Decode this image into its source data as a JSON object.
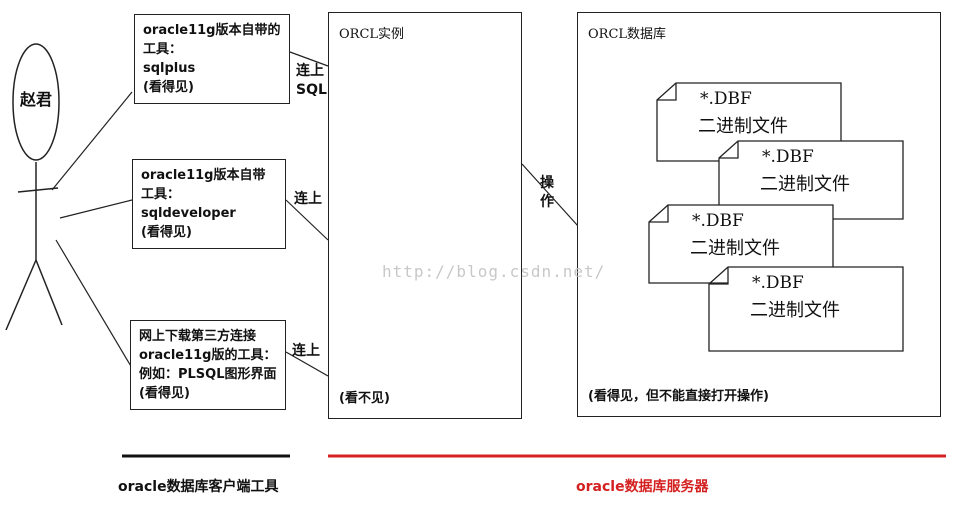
{
  "person": {
    "name": "赵君"
  },
  "tools": [
    {
      "text": "oracle11g版本自带的\n工具：\nsqlplus\n(看得见)",
      "connect": "连上\nSQL:>select"
    },
    {
      "text": "oracle11g版本自带\n工具：\nsqldeveloper\n(看得见)",
      "connect": "连上"
    },
    {
      "text": "网上下载第三方连接\noracle11g版的工具：\n例如：PLSQL图形界面\n(看得见)",
      "connect": "连上"
    }
  ],
  "instance": {
    "title": "ORCL实例",
    "note": "(看不见)"
  },
  "operate": "操\n作",
  "database": {
    "title": "ORCL数据库",
    "note": "(看得见，但不能直接打开操作)",
    "files": [
      {
        "ext": "*.DBF",
        "desc": "二进制文件"
      },
      {
        "ext": "*.DBF",
        "desc": "二进制文件"
      },
      {
        "ext": "*.DBF",
        "desc": "二进制文件"
      },
      {
        "ext": "*.DBF",
        "desc": "二进制文件"
      }
    ]
  },
  "watermark": "http://blog.csdn.net/",
  "bottom": {
    "client_label": "oracle数据库客户端工具",
    "server_label": "oracle数据库服务器",
    "client_color": "#111111",
    "server_color": "#d42020"
  }
}
